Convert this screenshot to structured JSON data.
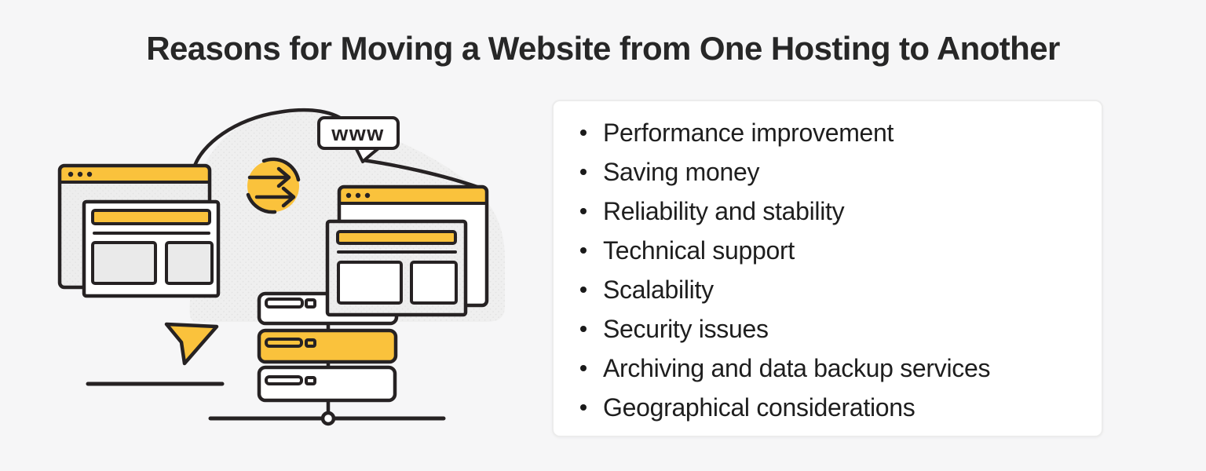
{
  "title": "Reasons for Moving a Website from One Hosting to Another",
  "illustration": {
    "www_label": "www"
  },
  "reasons": {
    "items": [
      "Performance improvement",
      "Saving money",
      "Reliability and stability",
      "Technical support",
      "Scalability",
      "Security issues",
      "Archiving and data backup services",
      "Geographical considerations"
    ]
  },
  "colors": {
    "accent_yellow": "#FAC23C",
    "outline_dark": "#262223",
    "page_background": "#F6F6F7",
    "card_background": "#FFFFFF",
    "card_border": "#ECECEC",
    "panel_gray": "#EDEDED",
    "cloud_gray": "#EFEFEF",
    "text_dark": "#1E1E1E"
  }
}
